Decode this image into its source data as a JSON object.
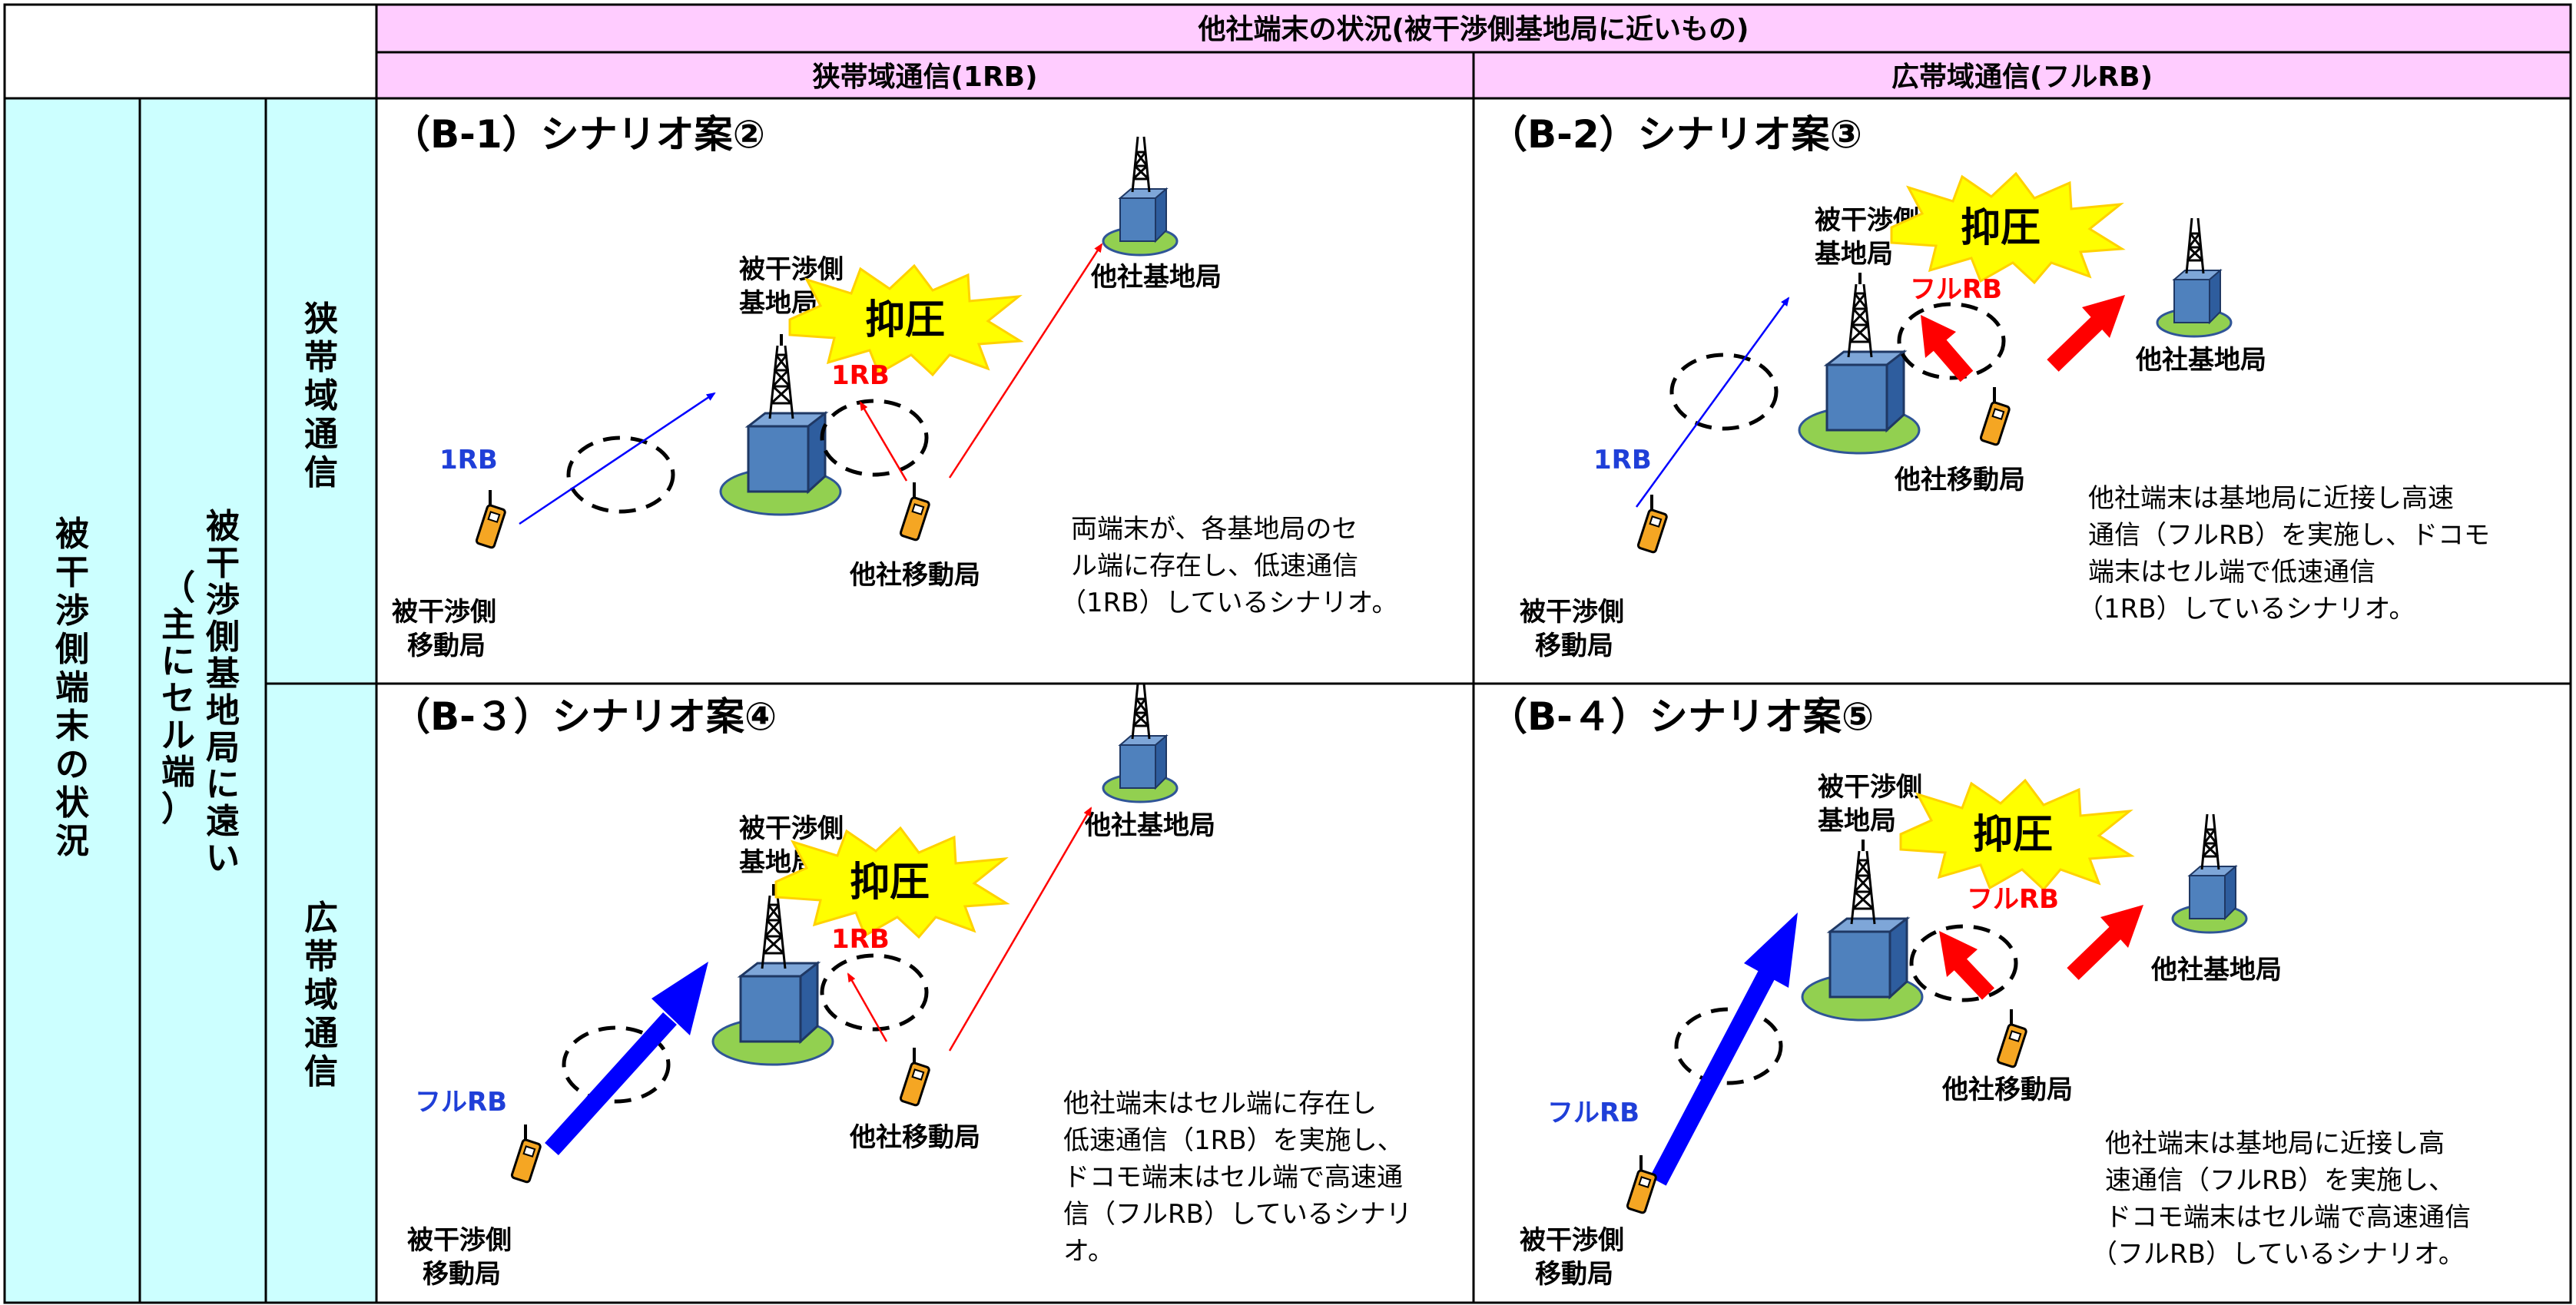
{
  "header": {
    "top": "他社端末の状況(被干渉側基地局に近いもの)",
    "narrowband": "狭帯域通信(1RB)",
    "wideband": "広帯域通信(フルRB)"
  },
  "row_labels": {
    "col1": [
      "被",
      "干",
      "渉",
      "側",
      "端",
      "末",
      "の",
      "状",
      "況"
    ],
    "col2a": [
      "被",
      "干",
      "渉",
      "側",
      "基",
      "地",
      "局",
      "に",
      "遠",
      "い"
    ],
    "col2b": [
      "（",
      "主",
      "に",
      "セ",
      "ル",
      "端",
      "）"
    ],
    "narrow": [
      "狭",
      "帯",
      "域",
      "通",
      "信"
    ],
    "wide": [
      "広",
      "帯",
      "域",
      "通",
      "信"
    ]
  },
  "panels": {
    "b1": {
      "title": "（B-1）シナリオ案②",
      "victim_bs": [
        "被干渉側",
        "基地局"
      ],
      "other_bs": "他社基地局",
      "suppress": "抑圧",
      "rb_red": "1RB",
      "rb_blue": "1RB",
      "victim_ms": [
        "被干渉側",
        "移動局"
      ],
      "other_ms": "他社移動局",
      "desc": [
        "両端末が、各基地局のセ",
        "ル端に存在し、低速通信",
        "（1RB）しているシナリオ。"
      ]
    },
    "b2": {
      "title": "（B-2）シナリオ案③",
      "victim_bs": [
        "被干渉側",
        "基地局"
      ],
      "other_bs": "他社基地局",
      "suppress": "抑圧",
      "rb_red": "フルRB",
      "rb_blue": "1RB",
      "victim_ms": [
        "被干渉側",
        "移動局"
      ],
      "other_ms": "他社移動局",
      "desc": [
        "他社端末は基地局に近接し高速",
        "通信（フルRB）を実施し、ドコモ",
        "端末はセル端で低速通信",
        "（1RB）しているシナリオ。"
      ]
    },
    "b3": {
      "title": "（B-３）シナリオ案④",
      "victim_bs": [
        "被干渉側",
        "基地局"
      ],
      "other_bs": "他社基地局",
      "suppress": "抑圧",
      "rb_red": "1RB",
      "rb_blue": "フルRB",
      "victim_ms": [
        "被干渉側",
        "移動局"
      ],
      "other_ms": "他社移動局",
      "desc": [
        "他社端末はセル端に存在し",
        "低速通信（1RB）を実施し、",
        "ドコモ端末はセル端で高速通",
        "信（フルRB）しているシナリ",
        "オ。"
      ]
    },
    "b4": {
      "title": "（B-４）シナリオ案⑤",
      "victim_bs": [
        "被干渉側",
        "基地局"
      ],
      "other_bs": "他社基地局",
      "suppress": "抑圧",
      "rb_red": "フルRB",
      "rb_blue": "フルRB",
      "victim_ms": [
        "被干渉側",
        "移動局"
      ],
      "other_ms": "他社移動局",
      "desc": [
        "他社端末は基地局に近接し高",
        "速通信（フルRB）を実施し、",
        "ドコモ端末はセル端で高速通信",
        "（フルRB）しているシナリオ。"
      ]
    }
  },
  "colors": {
    "header_pink": "#ffccff",
    "left_cyan": "#ccffff",
    "bs_blue": "#4f81bd",
    "ground_green": "#92d050",
    "burst_yellow": "#ffff00",
    "arrow_red": "#ff0000",
    "arrow_blue": "#0000ff",
    "phone_orange": "#f5a623"
  }
}
